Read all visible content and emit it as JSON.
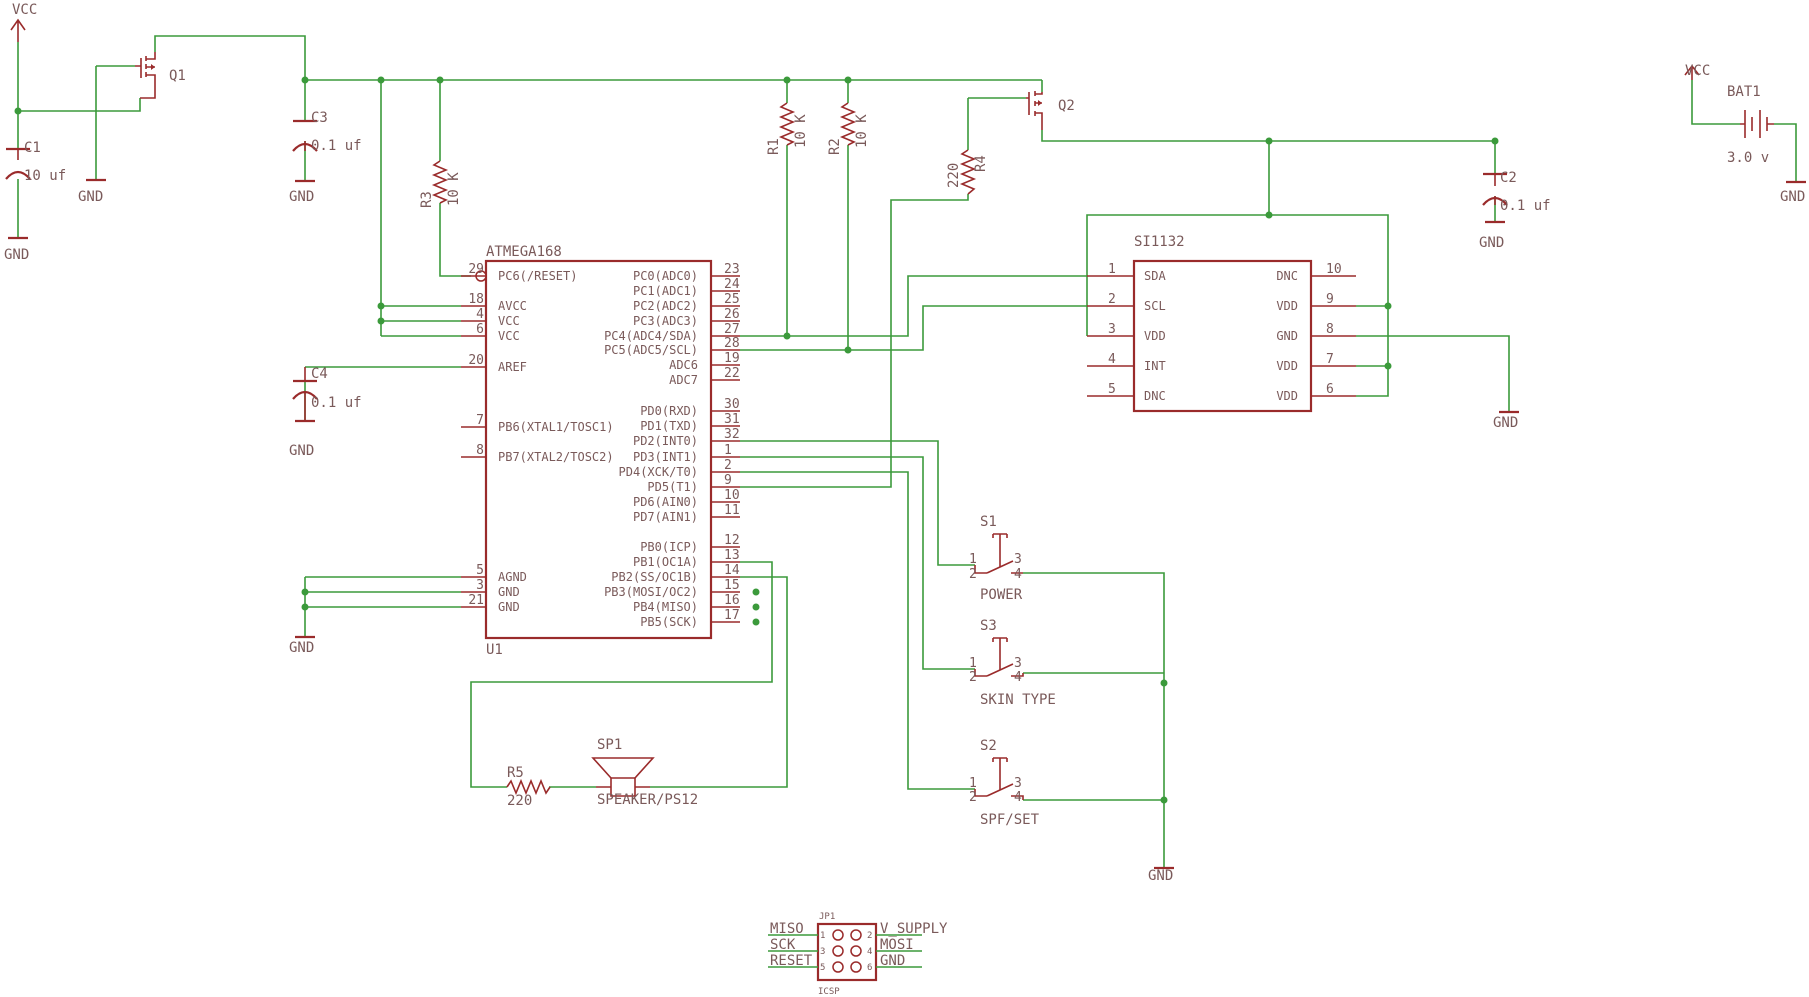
{
  "nets": {
    "vcc": "VCC",
    "gnd": "GND"
  },
  "parts": {
    "q1": "Q1",
    "q2": "Q2",
    "c1": "C1",
    "c1_val": "10 uf",
    "c2": "C2",
    "c2_val": "0.1 uf",
    "c3": "C3",
    "c3_val": "0.1 uf",
    "c4": "C4",
    "c4_val": "0.1 uf",
    "r1": "R1",
    "r1_val": "10 K",
    "r2": "R2",
    "r2_val": "10 K",
    "r3": "R3",
    "r3_val": "10 K",
    "r4": "R4",
    "r4_val": "220",
    "r5": "R5",
    "r5_val": "220",
    "bat1": "BAT1",
    "bat1_val": "3.0 v",
    "sp1": "SP1",
    "sp1_val": "SPEAKER/PS12",
    "s1": "S1",
    "s1_val": "POWER",
    "s2": "S2",
    "s2_val": "SPF/SET",
    "s3": "S3",
    "s3_val": "SKIN TYPE"
  },
  "u1": {
    "name": "ATMEGA168",
    "ref": "U1",
    "left_pins": [
      {
        "num": "29",
        "label": "PC6(/RESET)"
      },
      {
        "num": "18",
        "label": "AVCC"
      },
      {
        "num": "4",
        "label": "VCC"
      },
      {
        "num": "6",
        "label": "VCC"
      },
      {
        "num": "20",
        "label": "AREF"
      },
      {
        "num": "7",
        "label": "PB6(XTAL1/TOSC1)"
      },
      {
        "num": "8",
        "label": "PB7(XTAL2/TOSC2)"
      },
      {
        "num": "5",
        "label": "AGND"
      },
      {
        "num": "3",
        "label": "GND"
      },
      {
        "num": "21",
        "label": "GND"
      }
    ],
    "right_pins": [
      {
        "num": "23",
        "label": "PC0(ADC0)"
      },
      {
        "num": "24",
        "label": "PC1(ADC1)"
      },
      {
        "num": "25",
        "label": "PC2(ADC2)"
      },
      {
        "num": "26",
        "label": "PC3(ADC3)"
      },
      {
        "num": "27",
        "label": "PC4(ADC4/SDA)"
      },
      {
        "num": "28",
        "label": "PC5(ADC5/SCL)"
      },
      {
        "num": "19",
        "label": "ADC6"
      },
      {
        "num": "22",
        "label": "ADC7"
      },
      {
        "num": "30",
        "label": "PD0(RXD)"
      },
      {
        "num": "31",
        "label": "PD1(TXD)"
      },
      {
        "num": "32",
        "label": "PD2(INT0)"
      },
      {
        "num": "1",
        "label": "PD3(INT1)"
      },
      {
        "num": "2",
        "label": "PD4(XCK/T0)"
      },
      {
        "num": "9",
        "label": "PD5(T1)"
      },
      {
        "num": "10",
        "label": "PD6(AIN0)"
      },
      {
        "num": "11",
        "label": "PD7(AIN1)"
      },
      {
        "num": "12",
        "label": "PB0(ICP)"
      },
      {
        "num": "13",
        "label": "PB1(OC1A)"
      },
      {
        "num": "14",
        "label": "PB2(SS/OC1B)"
      },
      {
        "num": "15",
        "label": "PB3(MOSI/OC2)"
      },
      {
        "num": "16",
        "label": "PB4(MISO)"
      },
      {
        "num": "17",
        "label": "PB5(SCK)"
      }
    ]
  },
  "si1132": {
    "name": "SI1132",
    "left_pins": [
      {
        "num": "1",
        "label": "SDA"
      },
      {
        "num": "2",
        "label": "SCL"
      },
      {
        "num": "3",
        "label": "VDD"
      },
      {
        "num": "4",
        "label": "INT"
      },
      {
        "num": "5",
        "label": "DNC"
      }
    ],
    "right_pins": [
      {
        "num": "10",
        "label": "DNC"
      },
      {
        "num": "9",
        "label": "VDD"
      },
      {
        "num": "8",
        "label": "GND"
      },
      {
        "num": "7",
        "label": "VDD"
      },
      {
        "num": "6",
        "label": "VDD"
      }
    ]
  },
  "switch_pins": [
    "1",
    "2",
    "3",
    "4"
  ],
  "jp1": {
    "ref": "JP1",
    "name": "ICSP",
    "left_labels": [
      "MISO",
      "SCK",
      "RESET"
    ],
    "right_labels": [
      "V_SUPPLY",
      "MOSI",
      "GND"
    ],
    "left_nums": [
      "1",
      "3",
      "5"
    ],
    "right_nums": [
      "2",
      "4",
      "6"
    ]
  }
}
